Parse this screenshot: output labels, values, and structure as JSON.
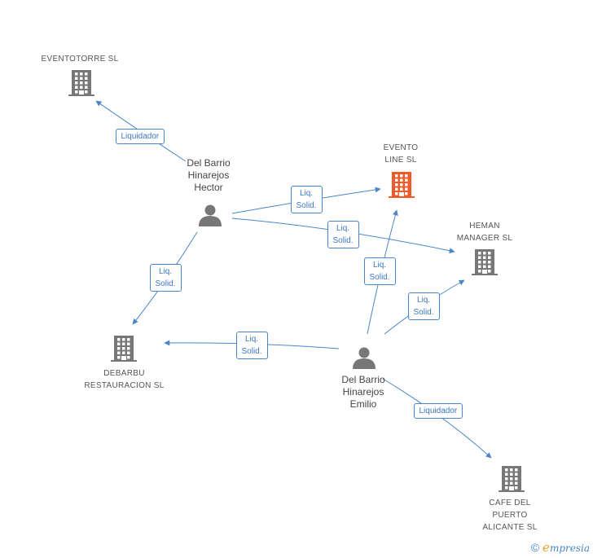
{
  "colors": {
    "edge": "#4a86c8",
    "company": "#777777",
    "company_highlight": "#f05a28",
    "person": "#777777"
  },
  "nodes": {
    "eventotorre": {
      "type": "company",
      "lines": [
        "EVENTOTORRE SL"
      ],
      "icon": "building-icon"
    },
    "evento_line": {
      "type": "company",
      "highlight": true,
      "lines": [
        "EVENTO",
        "LINE SL"
      ],
      "icon": "building-icon"
    },
    "heman": {
      "type": "company",
      "lines": [
        "HEMAN",
        "MANAGER SL"
      ],
      "icon": "building-icon"
    },
    "debarbu": {
      "type": "company",
      "lines": [
        "DEBARBU",
        "RESTAURACION SL"
      ],
      "icon": "building-icon"
    },
    "cafe": {
      "type": "company",
      "lines": [
        "CAFE DEL",
        "PUERTO",
        "ALICANTE SL"
      ],
      "icon": "building-icon"
    },
    "hector": {
      "type": "person",
      "lines": [
        "Del Barrio",
        "Hinarejos",
        "Hector"
      ],
      "icon": "person-icon"
    },
    "emilio": {
      "type": "person",
      "lines": [
        "Del Barrio",
        "Hinarejos",
        "Emilio"
      ],
      "icon": "person-icon"
    }
  },
  "edges": [
    {
      "from": "hector",
      "to": "eventotorre",
      "label": [
        "Liquidador"
      ]
    },
    {
      "from": "hector",
      "to": "evento_line",
      "label": [
        "Liq.",
        "Solid."
      ]
    },
    {
      "from": "hector",
      "to": "heman",
      "label": [
        "Liq.",
        "Solid."
      ]
    },
    {
      "from": "hector",
      "to": "debarbu",
      "label": [
        "Liq.",
        "Solid."
      ]
    },
    {
      "from": "emilio",
      "to": "evento_line",
      "label": [
        "Liq.",
        "Solid."
      ]
    },
    {
      "from": "emilio",
      "to": "heman",
      "label": [
        "Liq.",
        "Solid."
      ]
    },
    {
      "from": "emilio",
      "to": "debarbu",
      "label": [
        "Liq.",
        "Solid."
      ]
    },
    {
      "from": "emilio",
      "to": "cafe",
      "label": [
        "Liquidador"
      ]
    }
  ],
  "footer": {
    "copyright": "©",
    "brand_initial": "e",
    "brand_rest": "mpresia"
  }
}
